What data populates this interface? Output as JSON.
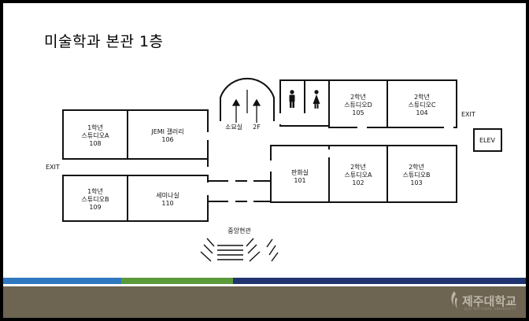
{
  "title": "미술학과 본관 1층",
  "rooms": {
    "r108": {
      "name": "1학년\n스튜디오A",
      "num": "108"
    },
    "r106": {
      "name": "JEMI 갤러리",
      "num": "106"
    },
    "r109": {
      "name": "1학년\n스튜디오B",
      "num": "109"
    },
    "r110": {
      "name": "세미나실",
      "num": "110"
    },
    "r105": {
      "name": "2학년\n스튜디오D",
      "num": "105"
    },
    "r104": {
      "name": "2학년\n스튜디오C",
      "num": "104"
    },
    "r101": {
      "name": "판화실",
      "num": "101"
    },
    "r102": {
      "name": "2학년\n스튜디오A",
      "num": "102"
    },
    "r103": {
      "name": "2학년\n스튜디오B",
      "num": "103"
    }
  },
  "labels": {
    "sojo": "소묘실",
    "second_floor": "2F",
    "exit_left": "EXIT",
    "exit_right": "EXIT",
    "elev": "ELEV",
    "entrance": "중앙현관"
  },
  "footer": {
    "logo_text": "제주대학교",
    "logo_sub": "JEJU NATIONAL UNIVERSITY"
  },
  "colors": {
    "stripe_blue": "#2f78c0",
    "stripe_green": "#5a9a3a",
    "stripe_navy": "#1f3470",
    "band": "#6d6452"
  },
  "icons": [
    "male-restroom-icon",
    "female-restroom-icon",
    "up-arrow-icon"
  ]
}
